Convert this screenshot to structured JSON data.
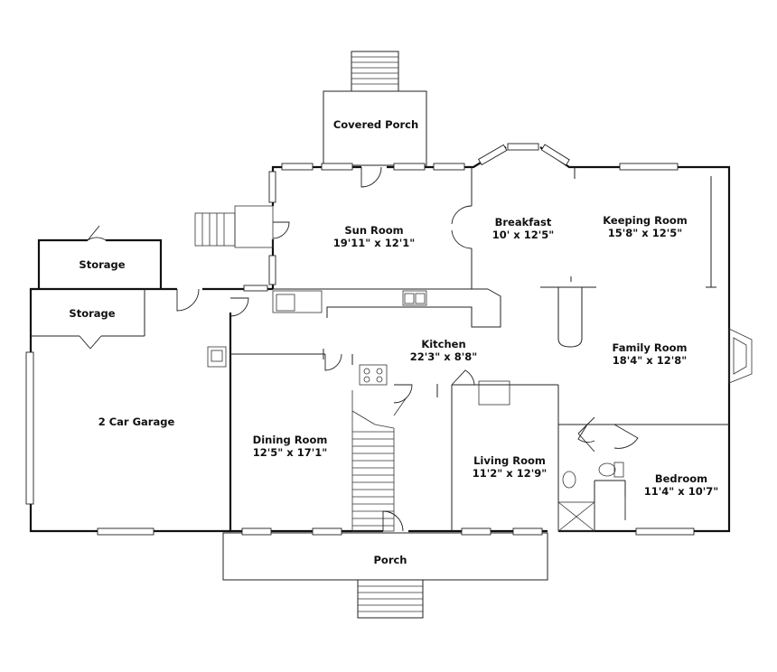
{
  "rooms": {
    "covered_porch": {
      "name": "Covered Porch"
    },
    "sun_room": {
      "name": "Sun Room",
      "size": "19'11\" x 12'1\""
    },
    "breakfast": {
      "name": "Breakfast",
      "size": "10' x 12'5\""
    },
    "keeping_room": {
      "name": "Keeping Room",
      "size": "15'8\" x 12'5\""
    },
    "storage_upper": {
      "name": "Storage"
    },
    "storage_lower": {
      "name": "Storage"
    },
    "kitchen": {
      "name": "Kitchen",
      "size": "22'3\" x 8'8\""
    },
    "family_room": {
      "name": "Family Room",
      "size": "18'4\" x 12'8\""
    },
    "garage": {
      "name": "2 Car Garage"
    },
    "dining_room": {
      "name": "Dining Room",
      "size": "12'5\" x 17'1\""
    },
    "living_room": {
      "name": "Living Room",
      "size": "11'2\" x 12'9\""
    },
    "bedroom": {
      "name": "Bedroom",
      "size": "11'4\" x 10'7\""
    },
    "porch": {
      "name": "Porch"
    }
  }
}
